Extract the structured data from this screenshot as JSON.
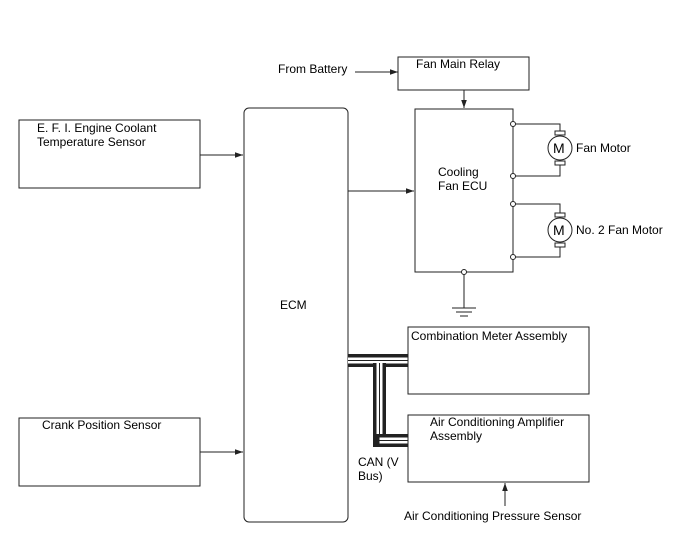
{
  "blocks": {
    "ect_sensor_line1": "E. F. I. Engine Coolant",
    "ect_sensor_line2": "Temperature Sensor",
    "crank_sensor": "Crank Position Sensor",
    "ecm": "ECM",
    "from_battery": "From Battery",
    "fan_main_relay": "Fan Main Relay",
    "fan_ecu_line1": "Cooling",
    "fan_ecu_line2": "Fan ECU",
    "fan_motor": "Fan Motor",
    "fan_motor2": "No. 2 Fan Motor",
    "motor_symbol": "M",
    "combo_meter": "Combination Meter Assembly",
    "ac_amp_line1": "Air Conditioning Amplifier",
    "ac_amp_line2": "Assembly",
    "can_line1": "CAN (V",
    "can_line2": "Bus)",
    "ac_pressure_sensor": "Air Conditioning Pressure Sensor"
  }
}
